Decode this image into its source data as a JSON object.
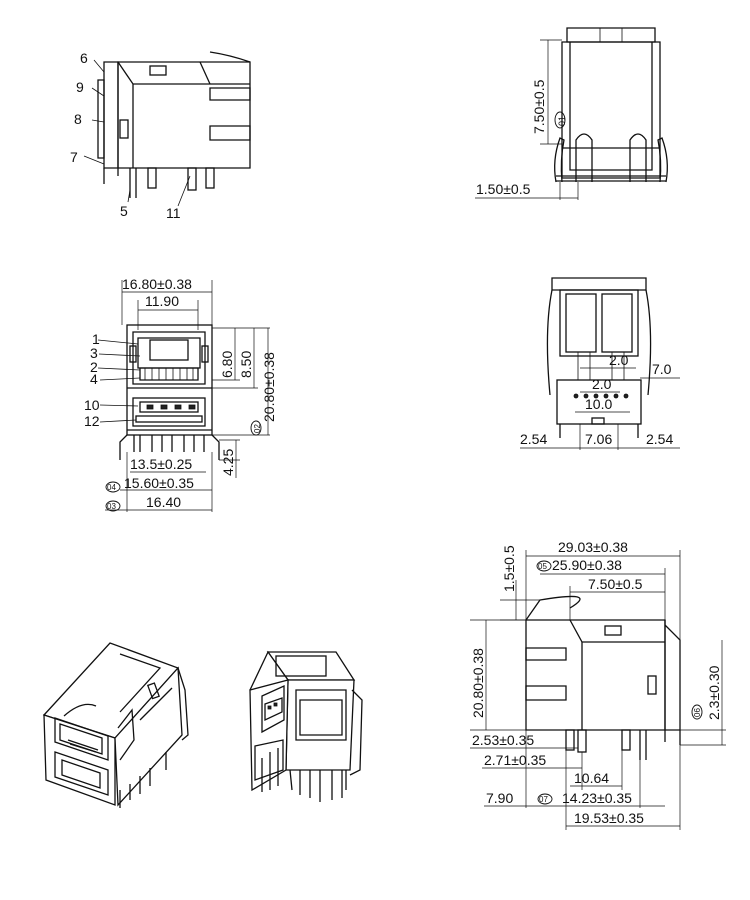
{
  "side_view": {
    "callouts": [
      "6",
      "9",
      "8",
      "7",
      "5",
      "11"
    ]
  },
  "back_view": {
    "dims": [
      "7.50±0.5",
      "1.50±0.5"
    ],
    "note1": "01"
  },
  "front_view": {
    "dims": [
      "16.80±0.38",
      "11.90",
      "6.80",
      "8.50",
      "20.80±0.38",
      "4.25",
      "13.5±0.25",
      "15.60±0.35",
      "16.40"
    ],
    "callouts": [
      "1",
      "3",
      "2",
      "4",
      "10",
      "12"
    ],
    "notes": [
      "02",
      "04",
      "03"
    ]
  },
  "bottom_view": {
    "dims": [
      "2.0",
      "7.0",
      "2.0",
      "10.0",
      "2.54",
      "7.06",
      "2.54"
    ]
  },
  "profile_view": {
    "dims": [
      "1.5±0.5",
      "29.03±0.38",
      "25.90±0.38",
      "7.50±0.5",
      "20.80±0.38",
      "2.3±0.30",
      "2.53±0.35",
      "2.71±0.35",
      "10.64",
      "7.90",
      "14.23±0.35",
      "19.53±0.35"
    ],
    "notes": [
      "05",
      "06",
      "07"
    ]
  }
}
